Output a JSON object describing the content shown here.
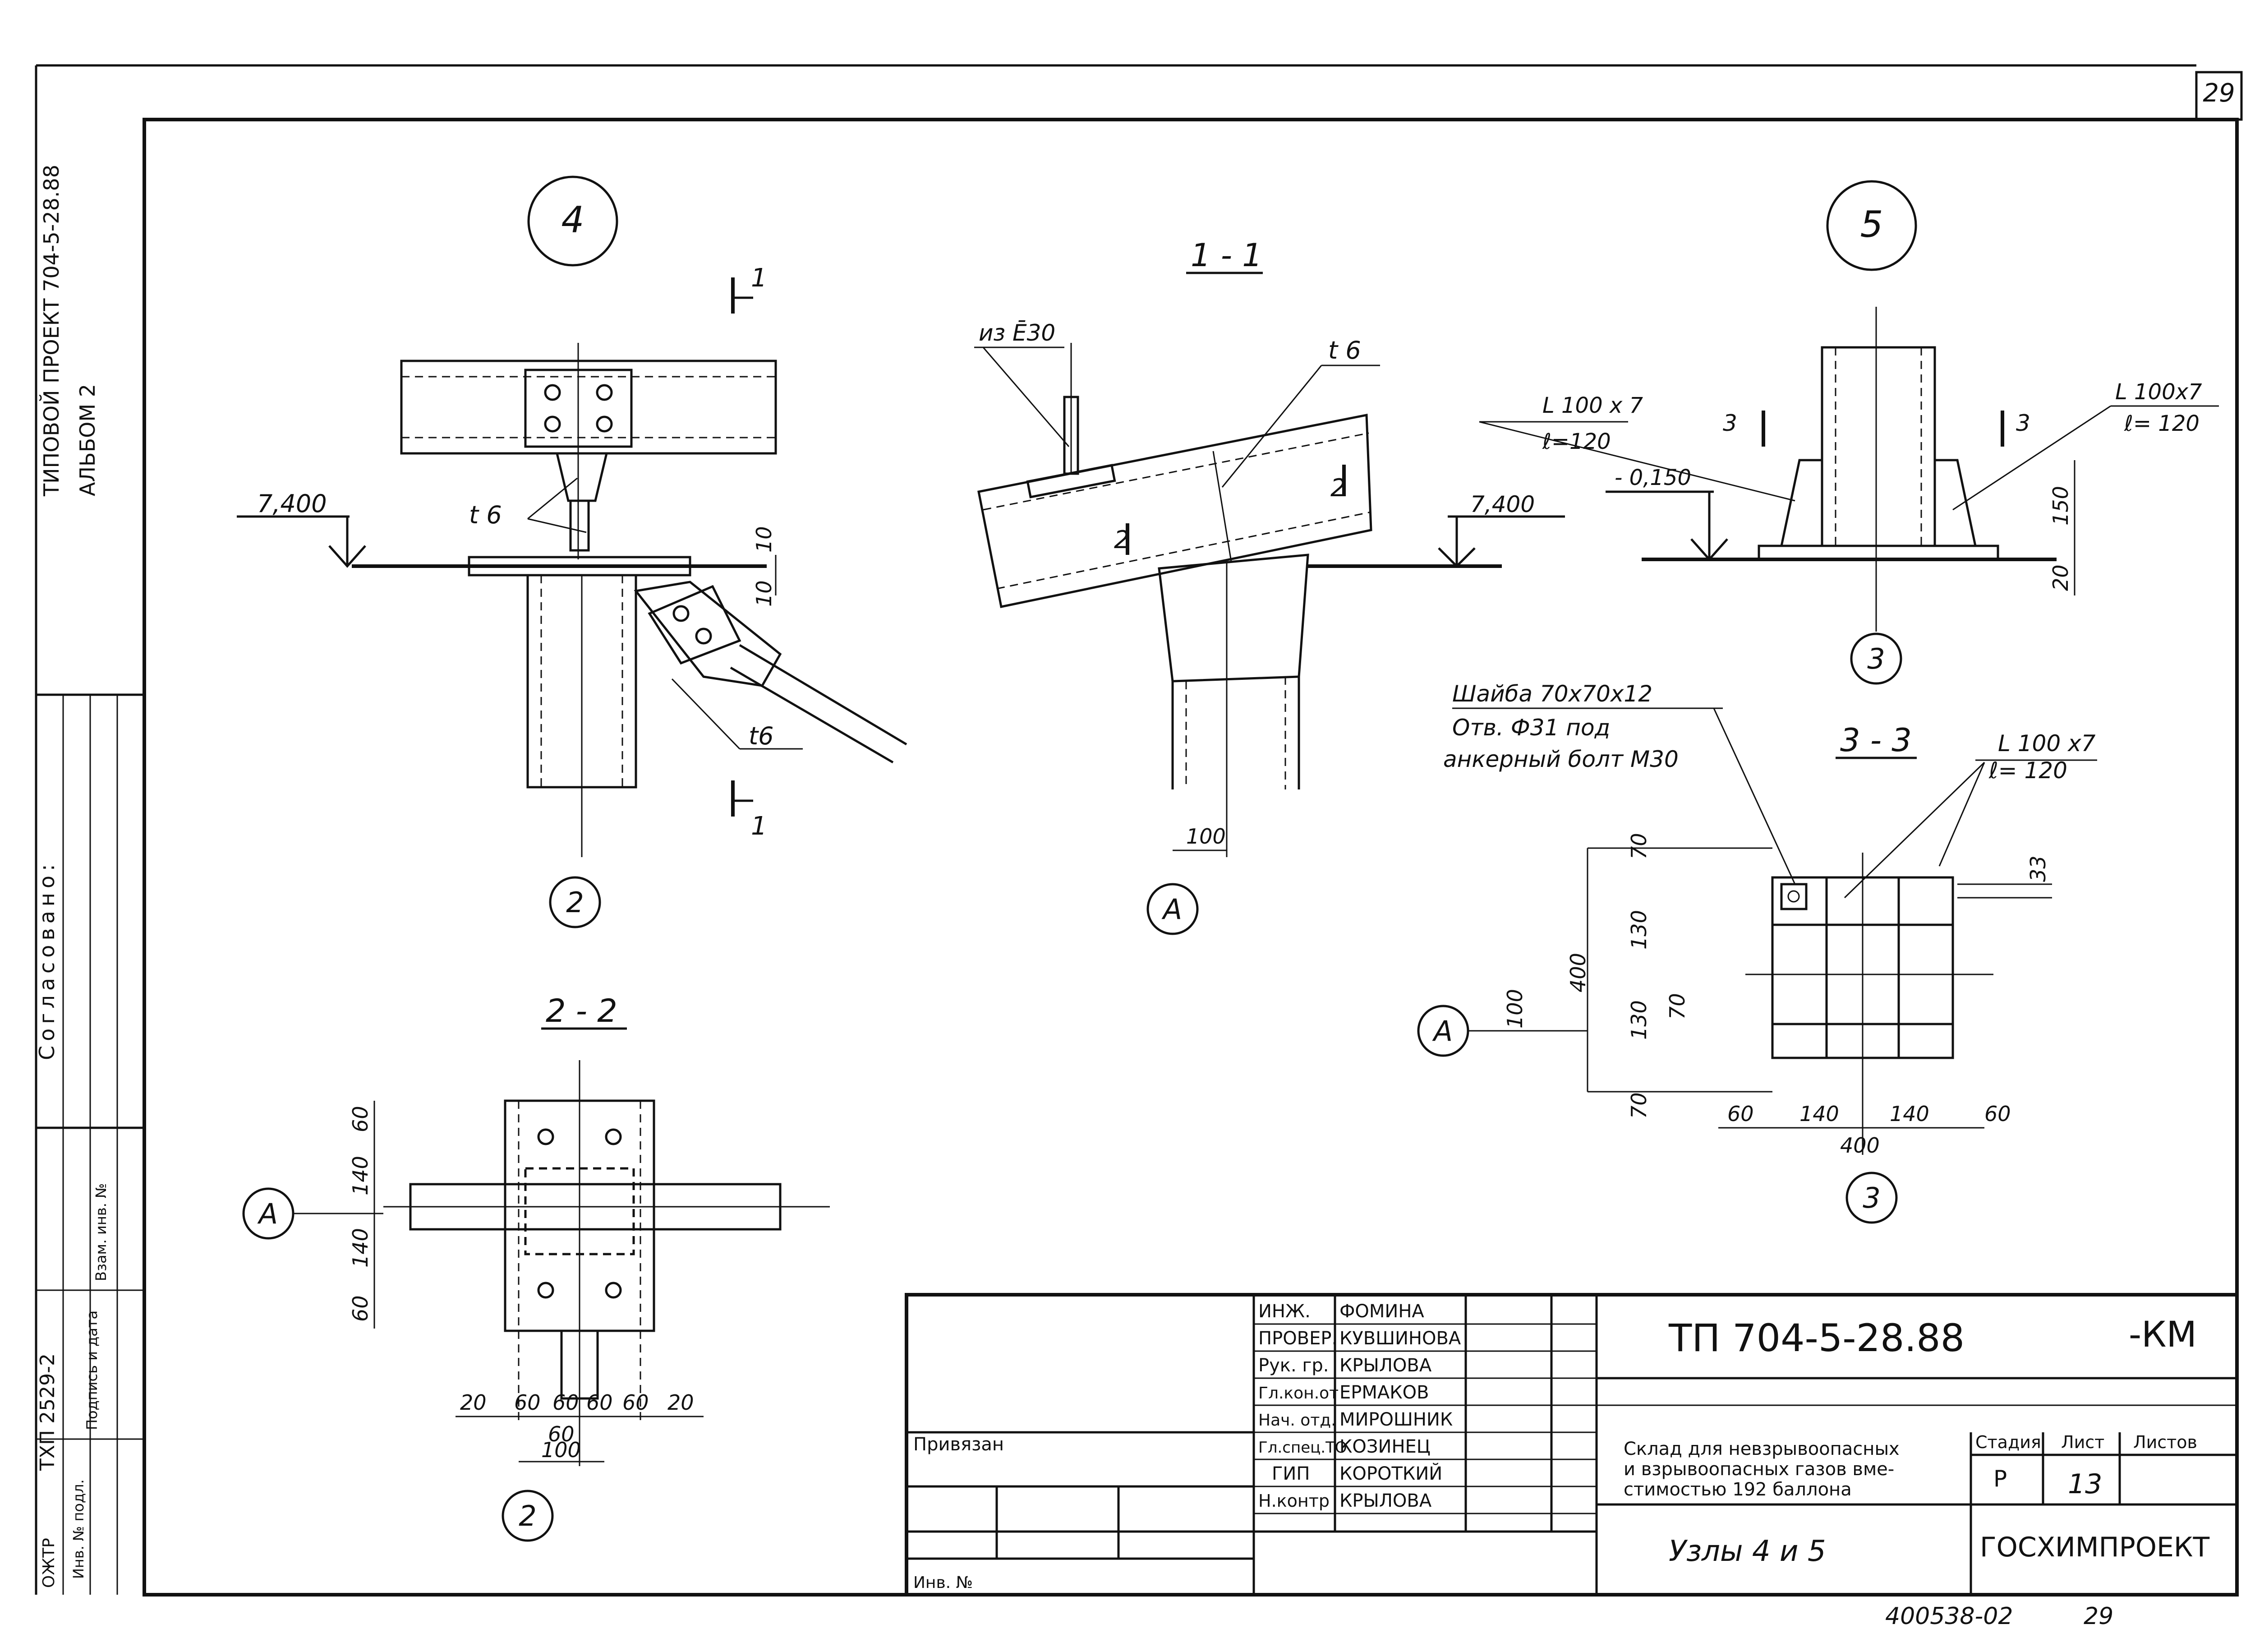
{
  "sheet_number": "29",
  "side_stamp": {
    "project_line": "ТИПОВОЙ ПРОЕКТ 704-5-28.88",
    "album": "АЛЬБОМ 2",
    "agreed": "Согласовано:",
    "inv_no": "Взам. инв. №",
    "sign_date": "Подпись и дата",
    "inv_orig": "Инв. № подл.",
    "txp": "ТХП 2529-2",
    "ok": "ОЖТР"
  },
  "node4": {
    "label": "4",
    "section_mark": "1",
    "elevation": "7,400",
    "plate_thk": "t 6",
    "brace_thk": "t6",
    "dim_a": "10",
    "dim_b": "10",
    "axis": "2"
  },
  "sec11": {
    "title": "1 - 1",
    "from_label": "из Ē30",
    "plate_thk": "t 6",
    "cut_mark": "2",
    "elevation": "7,400",
    "dim": "100",
    "axis": "A"
  },
  "sec22": {
    "title": "2 - 2",
    "axis_a": "A",
    "axis_2": "2",
    "dims_v": [
      "60",
      "140",
      "140",
      "60"
    ],
    "dims_h": [
      "20",
      "60",
      "60",
      "60",
      "60",
      "20"
    ],
    "dim_60": "60",
    "dim_100": "100"
  },
  "node5": {
    "label": "5",
    "angle_left": "L 100 x 7",
    "angle_left_len": "ℓ=120",
    "angle_right": "L 100x7",
    "angle_right_len": "ℓ= 120",
    "cut_mark": "3",
    "elevation": "- 0,150",
    "dim_150": "150",
    "dim_20": "20",
    "axis": "3"
  },
  "sec33": {
    "title": "3 - 3",
    "washer": "Шайба 70x70x12",
    "hole": "Отв. Ф31 под",
    "bolt": "анкерный болт М30",
    "angle": "L 100 x7",
    "angle_len": "ℓ= 120",
    "dims_v": [
      "70",
      "130",
      "130",
      "70"
    ],
    "dim_400": "400",
    "dim_100": "100",
    "dim_70": "70",
    "dim_33": "33",
    "dims_h": [
      "60",
      "140",
      "140",
      "60"
    ],
    "dim_400h": "400",
    "axis_a": "A",
    "axis_3": "3"
  },
  "title_block": {
    "roles": [
      {
        "role": "ИНЖ.",
        "name": "ФОМИНА"
      },
      {
        "role": "ПРОВЕР.",
        "name": "КУВШИНОВА"
      },
      {
        "role": "Рук. гр.",
        "name": "КРЫЛОВА"
      },
      {
        "role": "Гл.кон.от",
        "name": "ЕРМАКОВ"
      },
      {
        "role": "Нач. отд.",
        "name": "МИРОШНИК"
      },
      {
        "role": "Гл.спец.ТО",
        "name": "КОЗИНЕЦ"
      },
      {
        "role": "ГИП",
        "name": "КОРОТКИЙ"
      },
      {
        "role": "Н.контр",
        "name": "КРЫЛОВА"
      }
    ],
    "privyazan": "Привязан",
    "inv_no": "Инв. №",
    "code": "ТП 704-5-28.88",
    "suffix": "-КМ",
    "desc1": "Склад для невзрывоопасных",
    "desc2": "и взрывоопасных газов вме-",
    "desc3": "стимостью 192 баллона",
    "stage_h": "Стадия",
    "sheet_h": "Лист",
    "sheets_h": "Листов",
    "stage": "Р",
    "sheet": "13",
    "subject": "Узлы 4 и 5",
    "org": "ГОСХИМПРОЕКТ"
  },
  "footer": {
    "ref": "400538-02",
    "page": "29"
  }
}
